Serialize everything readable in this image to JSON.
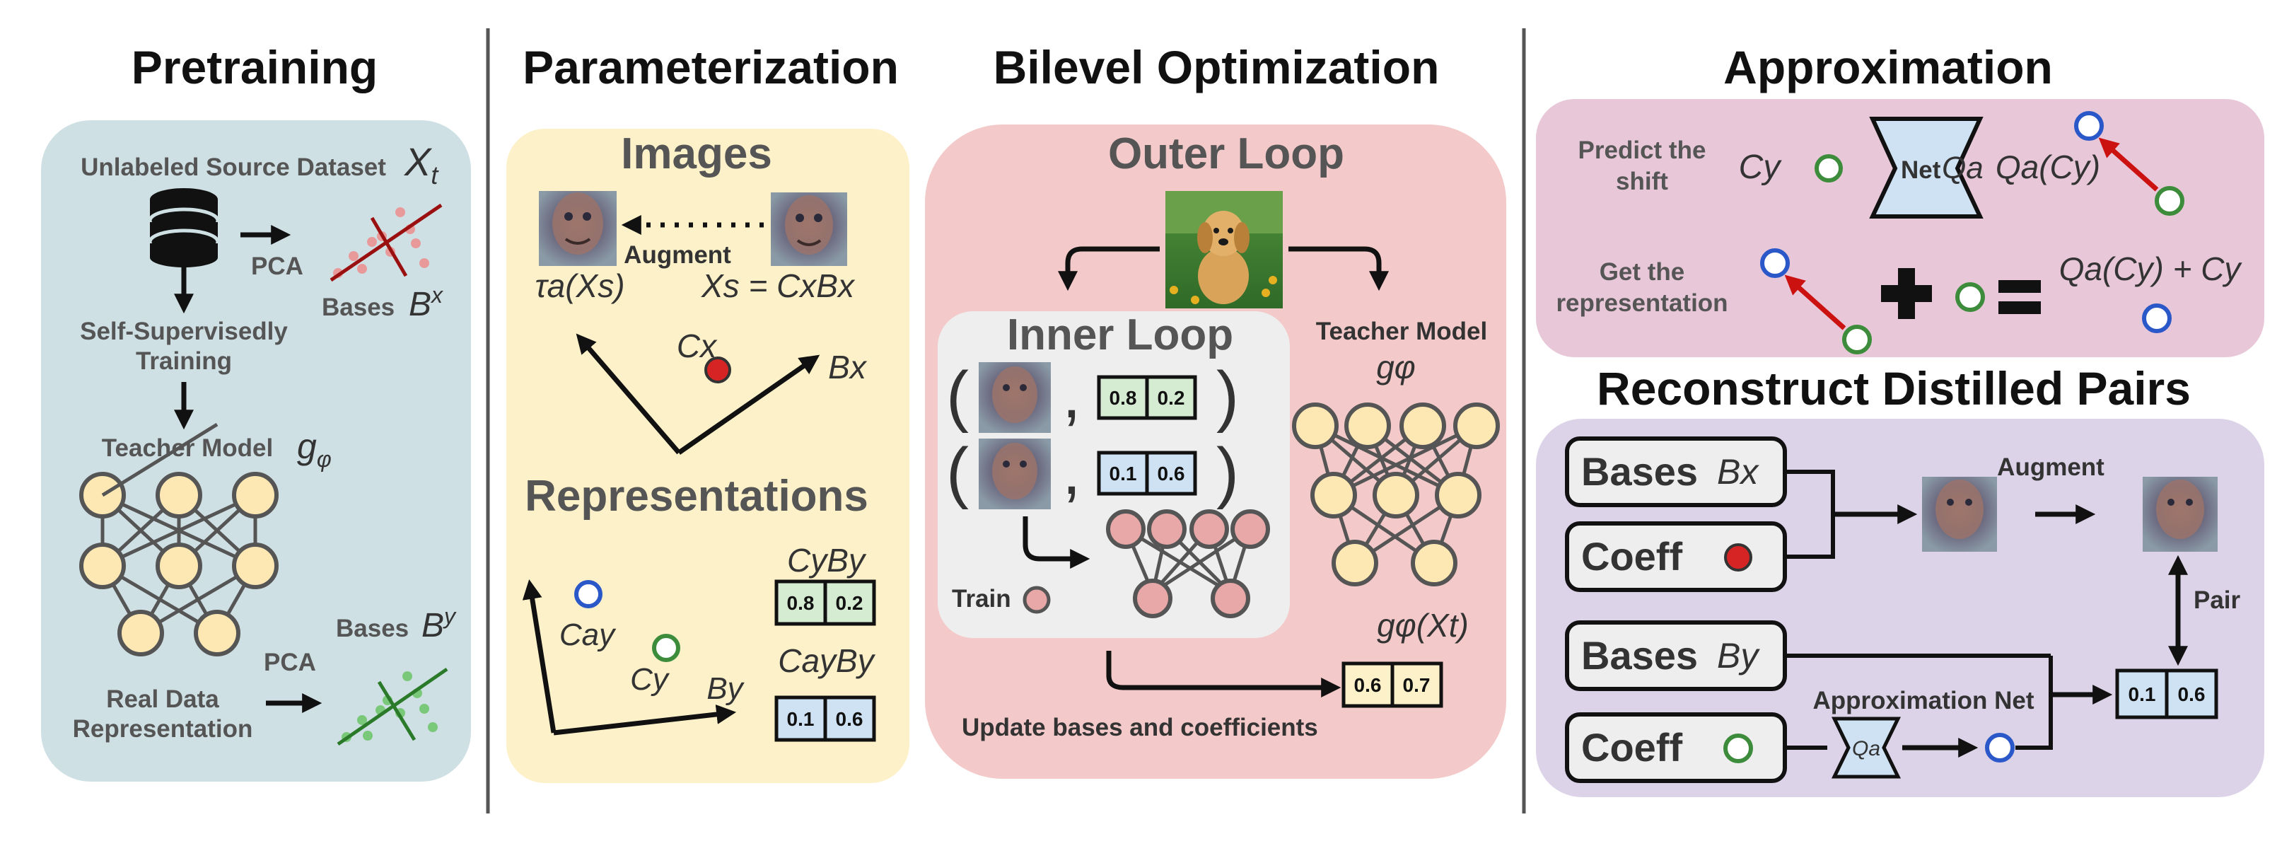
{
  "sections": {
    "pretraining": "Pretraining",
    "parameterization": "Parameterization",
    "bilevel": "Bilevel Optimization",
    "approximation": "Approximation",
    "reconstruct": "Reconstruct Distilled Pairs"
  },
  "pretraining": {
    "dataset_label": "Unlabeled Source Dataset",
    "dataset_math": "X",
    "dataset_sub": "t",
    "pca_top": "PCA",
    "bases_x_label": "Bases",
    "bases_x_math": "B",
    "bases_x_sup": "x",
    "ssl_line1": "Self-Supervisedly",
    "ssl_line2": "Training",
    "teacher_label": "Teacher Model",
    "teacher_math": "g",
    "teacher_sub": "φ",
    "bases_y_label": "Bases",
    "bases_y_math": "B",
    "bases_y_sup": "y",
    "pca_bottom": "PCA",
    "real_line1": "Real Data",
    "real_line2": "Representation"
  },
  "parameterization": {
    "images_title": "Images",
    "augment_label": "Augment",
    "tau_label": "τa(Xs)",
    "xs_label": "Xs = CxBx",
    "cx_label": "Cx",
    "bx_label": "Bx",
    "repr_title": "Representations",
    "cyby_top": "CyBy",
    "cell_top_1": "0.8",
    "cell_top_2": "0.2",
    "cayby": "CayBy",
    "cell_bot_1": "0.1",
    "cell_bot_2": "0.6",
    "ca_label": "Cay",
    "cy_label": "Cy",
    "by_label": "By"
  },
  "bilevel": {
    "outer_title": "Outer Loop",
    "inner_title": "Inner Loop",
    "pair1_v1": "0.8",
    "pair1_v2": "0.2",
    "pair2_v1": "0.1",
    "pair2_v2": "0.6",
    "comma": ",",
    "lparen": "(",
    "rparen": ")",
    "train_label": "Train",
    "teacher_label": "Teacher Model",
    "teacher_math": "gφ",
    "output_math": "gφ(Xt)",
    "out_v1": "0.6",
    "out_v2": "0.7",
    "update_label": "Update bases and coefficients"
  },
  "approximation": {
    "predict_line1": "Predict the",
    "predict_line2": "shift",
    "cy": "Cy",
    "net_label": "Net",
    "net_math": "Qa",
    "qa_cy": "Qa(Cy)",
    "get_line1": "Get the",
    "get_line2": "representation",
    "sum": "Qa(Cy) + Cy"
  },
  "reconstruct": {
    "bases_x": "Bases",
    "bases_x_math": "Bx",
    "coeff_top": "Coeff",
    "augment": "Augment",
    "pair": "Pair",
    "bases_y": "Bases",
    "bases_y_math": "By",
    "approx_net": "Approximation Net",
    "coeff_bottom": "Coeff",
    "qa_small": "Qa",
    "v1": "0.1",
    "v2": "0.6"
  },
  "colors": {
    "teal_panel": "#cfe0e4",
    "yellow_panel": "#fdf1c9",
    "red_panel": "#f3c9c9",
    "gray_panel": "#eeeeee",
    "pink_panel": "#e8c8d8",
    "purple_panel": "#dcd3e8",
    "node_fill": "#fde8b4",
    "student_fill": "#e8a8a8",
    "green_cell": "#d6ecd2",
    "blue_cell": "#cfe2f3",
    "yellow_cell": "#fdf1c9",
    "red_dot": "#d62424",
    "green_dot": "#3c8c3c",
    "blue_dot": "#2b58c8",
    "arrow_red": "#cc1111"
  }
}
